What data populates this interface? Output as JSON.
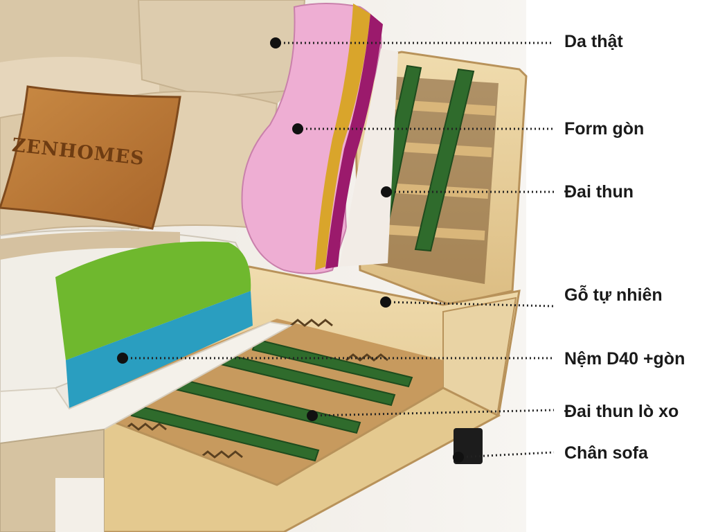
{
  "pillow": {
    "text": "ZENHOMES"
  },
  "callouts": [
    {
      "id": "genuine-leather",
      "label": "Da thật"
    },
    {
      "id": "foam",
      "label": "Form gòn"
    },
    {
      "id": "elastic-webbing",
      "label": "Đai thun"
    },
    {
      "id": "natural-wood",
      "label": "Gỗ tự nhiên"
    },
    {
      "id": "cushion-d40",
      "label": "Nệm D40 +gòn"
    },
    {
      "id": "spring-webbing",
      "label": "Đai thun lò xo"
    },
    {
      "id": "sofa-leg",
      "label": "Chân sofa"
    }
  ],
  "colors": {
    "leather": "#dcc9a9",
    "wood": "#e8cf9c",
    "foam_pink": "#eeaed3",
    "foam_green": "#6fb82e",
    "foam_blue": "#2a9ec0",
    "webbing": "#2f6b2c"
  }
}
